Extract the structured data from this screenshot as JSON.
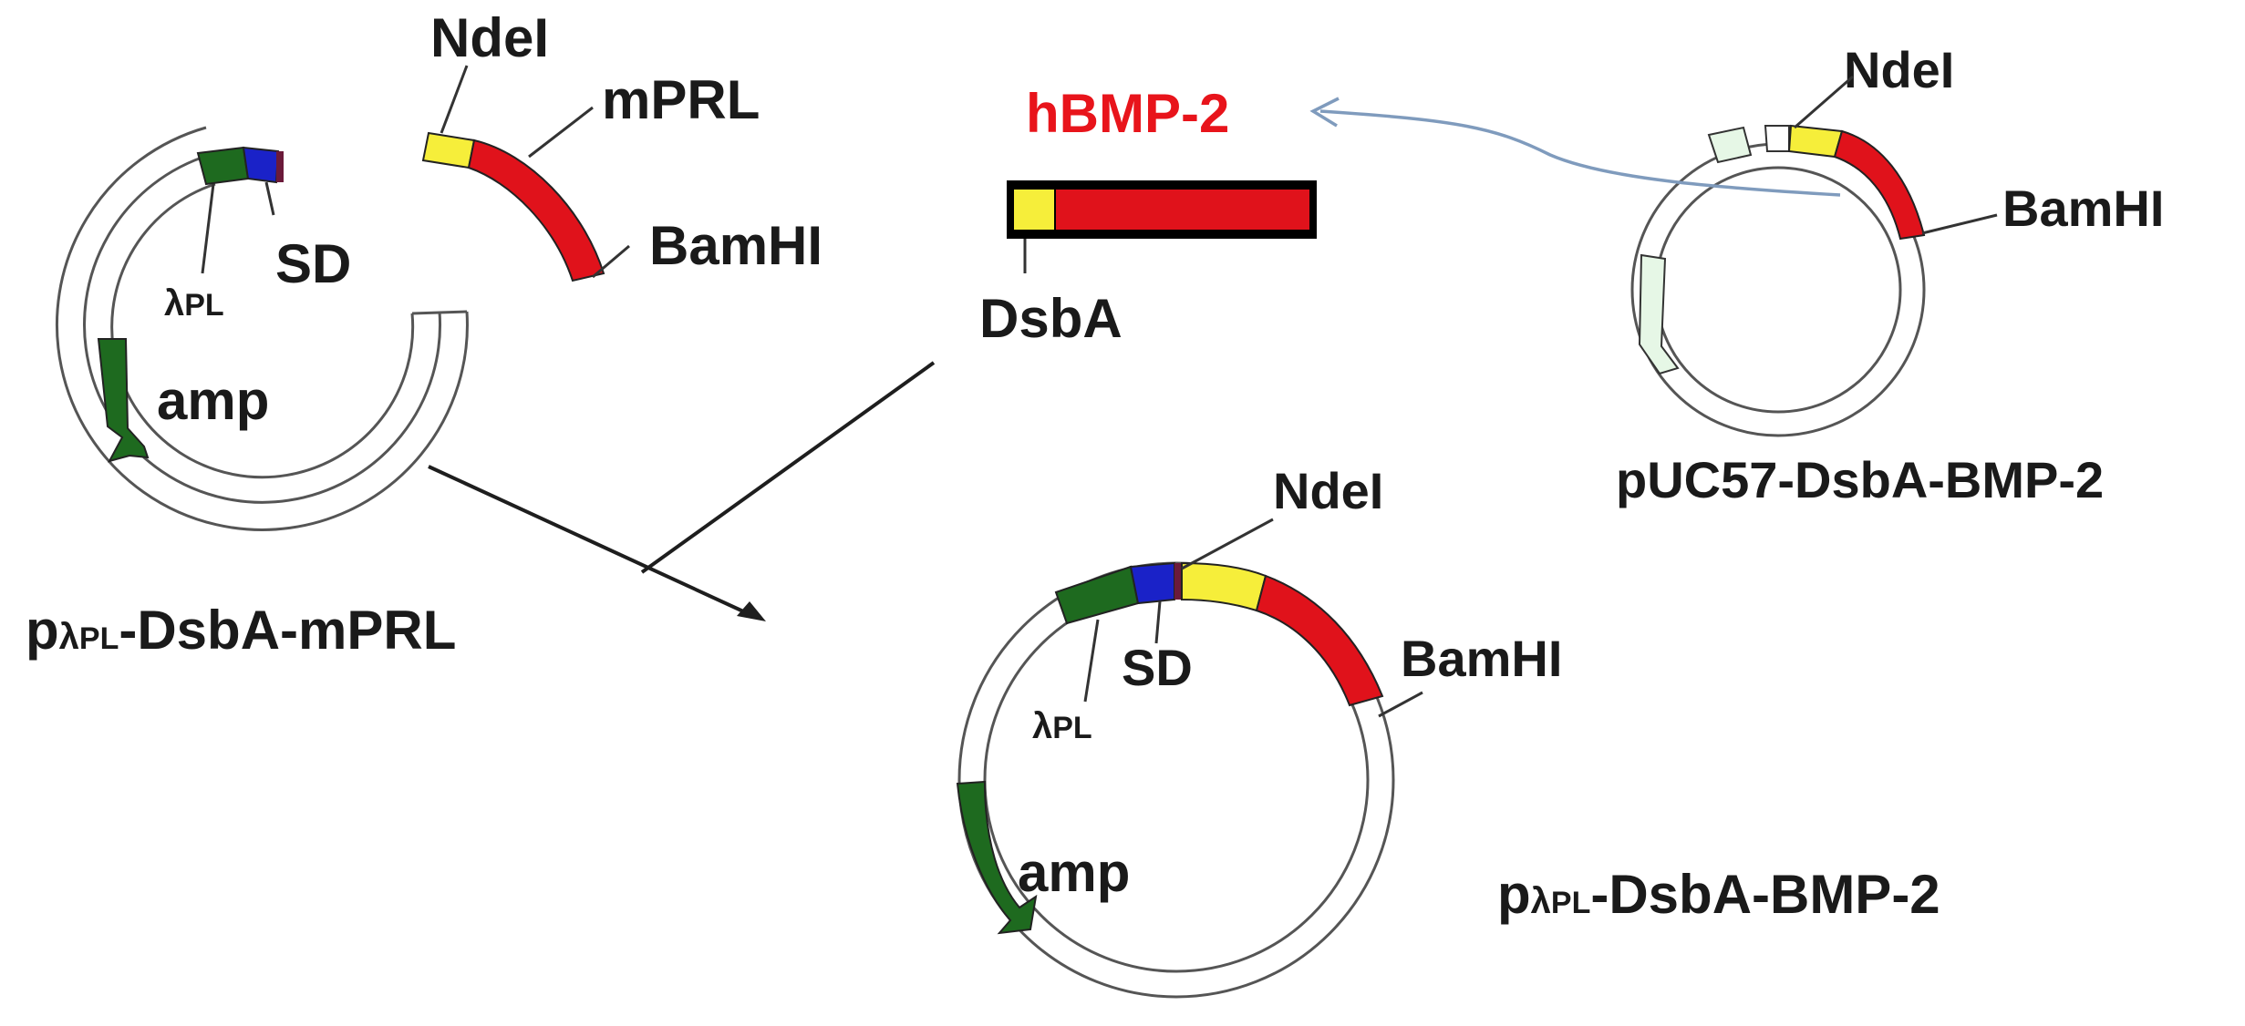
{
  "plasmids": {
    "source": {
      "name_prefix": "p",
      "name_lambda": "λ",
      "name_sub": "PL",
      "name_suffix": "-DsbA-mPRL",
      "sites": {
        "ndei": "NdeI",
        "bamhi": "BamHI"
      },
      "features": {
        "promoter": "λ",
        "promoter_sub": "PL",
        "sd": "SD",
        "amp": "amp",
        "insert": "mPRL"
      }
    },
    "donor": {
      "name": "pUC57-DsbA-BMP-2",
      "sites": {
        "ndei": "NdeI",
        "bamhi": "BamHI"
      }
    },
    "product": {
      "name_prefix": "p",
      "name_lambda": "λ",
      "name_sub": "PL",
      "name_suffix": "-DsbA-BMP-2",
      "sites": {
        "ndei": "NdeI",
        "bamhi": "BamHI"
      },
      "features": {
        "promoter": "λ",
        "promoter_sub": "PL",
        "sd": "SD",
        "amp": "amp"
      }
    }
  },
  "fragment": {
    "title": "hBMP-2",
    "signal": "DsbA"
  },
  "colors": {
    "promoter_green": "#1e6a1f",
    "sd_blue": "#1a22c8",
    "signal_yellow": "#f6ee3a",
    "gene_red": "#e0121b",
    "title_red": "#e8141b",
    "light_green": "#e6f7e6",
    "arrow_blue": "#7f9bbd"
  }
}
